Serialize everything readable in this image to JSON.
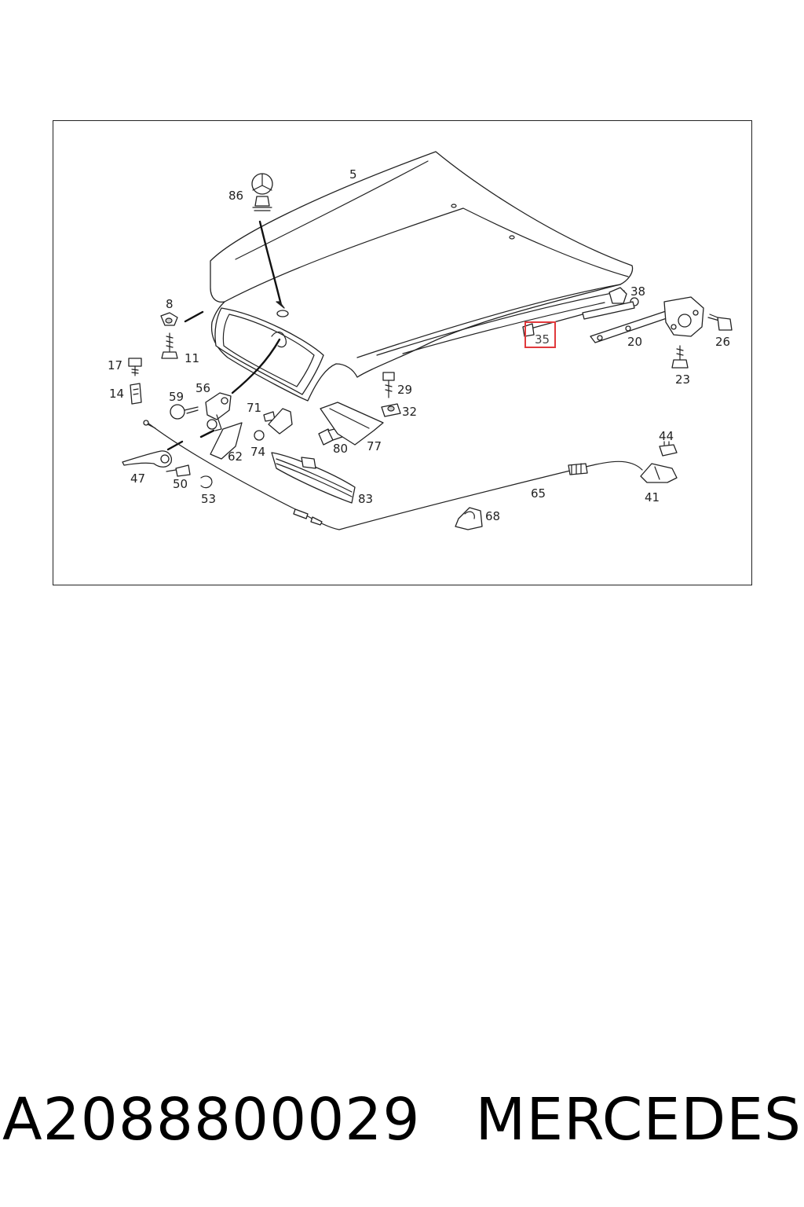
{
  "diagram": {
    "callouts": {
      "c5": "5",
      "c86": "86",
      "c8": "8",
      "c11": "11",
      "c17": "17",
      "c14": "14",
      "c59": "59",
      "c56": "56",
      "c71": "71",
      "c74": "74",
      "c62": "62",
      "c47": "47",
      "c50": "50",
      "c53": "53",
      "c29": "29",
      "c32": "32",
      "c80": "80",
      "c77": "77",
      "c83": "83",
      "c38": "38",
      "c35": "35",
      "c20": "20",
      "c26": "26",
      "c23": "23",
      "c44": "44",
      "c41": "41",
      "c65": "65",
      "c68": "68"
    },
    "highlight_color": "#e0393c"
  },
  "footer": {
    "part_number": "A2088800029",
    "brand": "MERCEDES"
  }
}
